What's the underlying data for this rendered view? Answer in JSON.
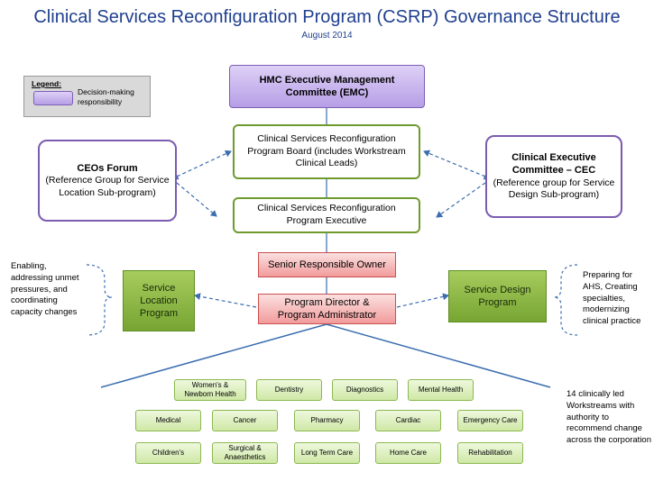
{
  "title": "Clinical Services Reconfiguration Program (CSRP) Governance Structure",
  "subtitle": "August 2014",
  "legend": {
    "title": "Legend:",
    "label": "Decision-making responsibility"
  },
  "emc": "HMC Executive Management Committee (EMC)",
  "program_board": "Clinical Services Reconfiguration Program Board (includes  Workstream Clinical Leads)",
  "program_executive": "Clinical Services Reconfiguration Program Executive",
  "ceos_forum": {
    "title": "CEOs Forum",
    "desc": "(Reference Group for Service Location Sub-program)"
  },
  "cec": {
    "title": "Clinical Executive Committee – CEC",
    "desc": "(Reference group for Service Design Sub-program)"
  },
  "sro": "Senior Responsible Owner",
  "program_director": "Program Director  & Program Administrator",
  "service_location": "Service Location Program",
  "service_design": "Service Design Program",
  "left_note": "Enabling, addressing unmet pressures, and coordinating capacity changes",
  "right_note": "Preparing for AHS, Creating specialties, modernizing clinical practice",
  "bottom_note": "14 clinically led Workstreams with authority to recommend change across the corporation",
  "workstreams": [
    "Women's & Newborn Health",
    "Dentistry",
    "Diagnostics",
    "Mental Health",
    "Medical",
    "Cancer",
    "Pharmacy",
    "Cardiac",
    "Emergency Care",
    "Children's",
    "Surgical & Anaesthetics",
    "Long Term Care",
    "Home Care",
    "Rehabilitation"
  ],
  "colors": {
    "title": "#1f3f8f",
    "connector": "#3b6db0",
    "decision_purple": "#b79ee6",
    "program_green": "#77a532",
    "sro_red": "#f29b9b"
  }
}
